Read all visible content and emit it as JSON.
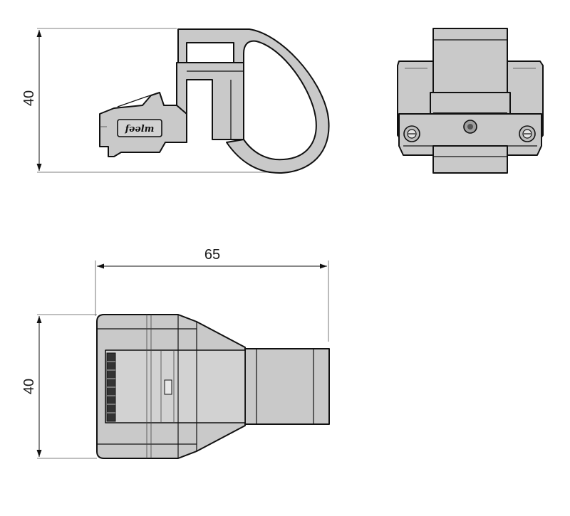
{
  "dimensions": {
    "side_view_height": "40",
    "top_view_width": "65",
    "top_view_height": "40"
  },
  "logo": {
    "text": "fəəlm"
  },
  "colors": {
    "part_fill": "#c9c9c9",
    "outline": "#111111",
    "background": "#ffffff"
  }
}
